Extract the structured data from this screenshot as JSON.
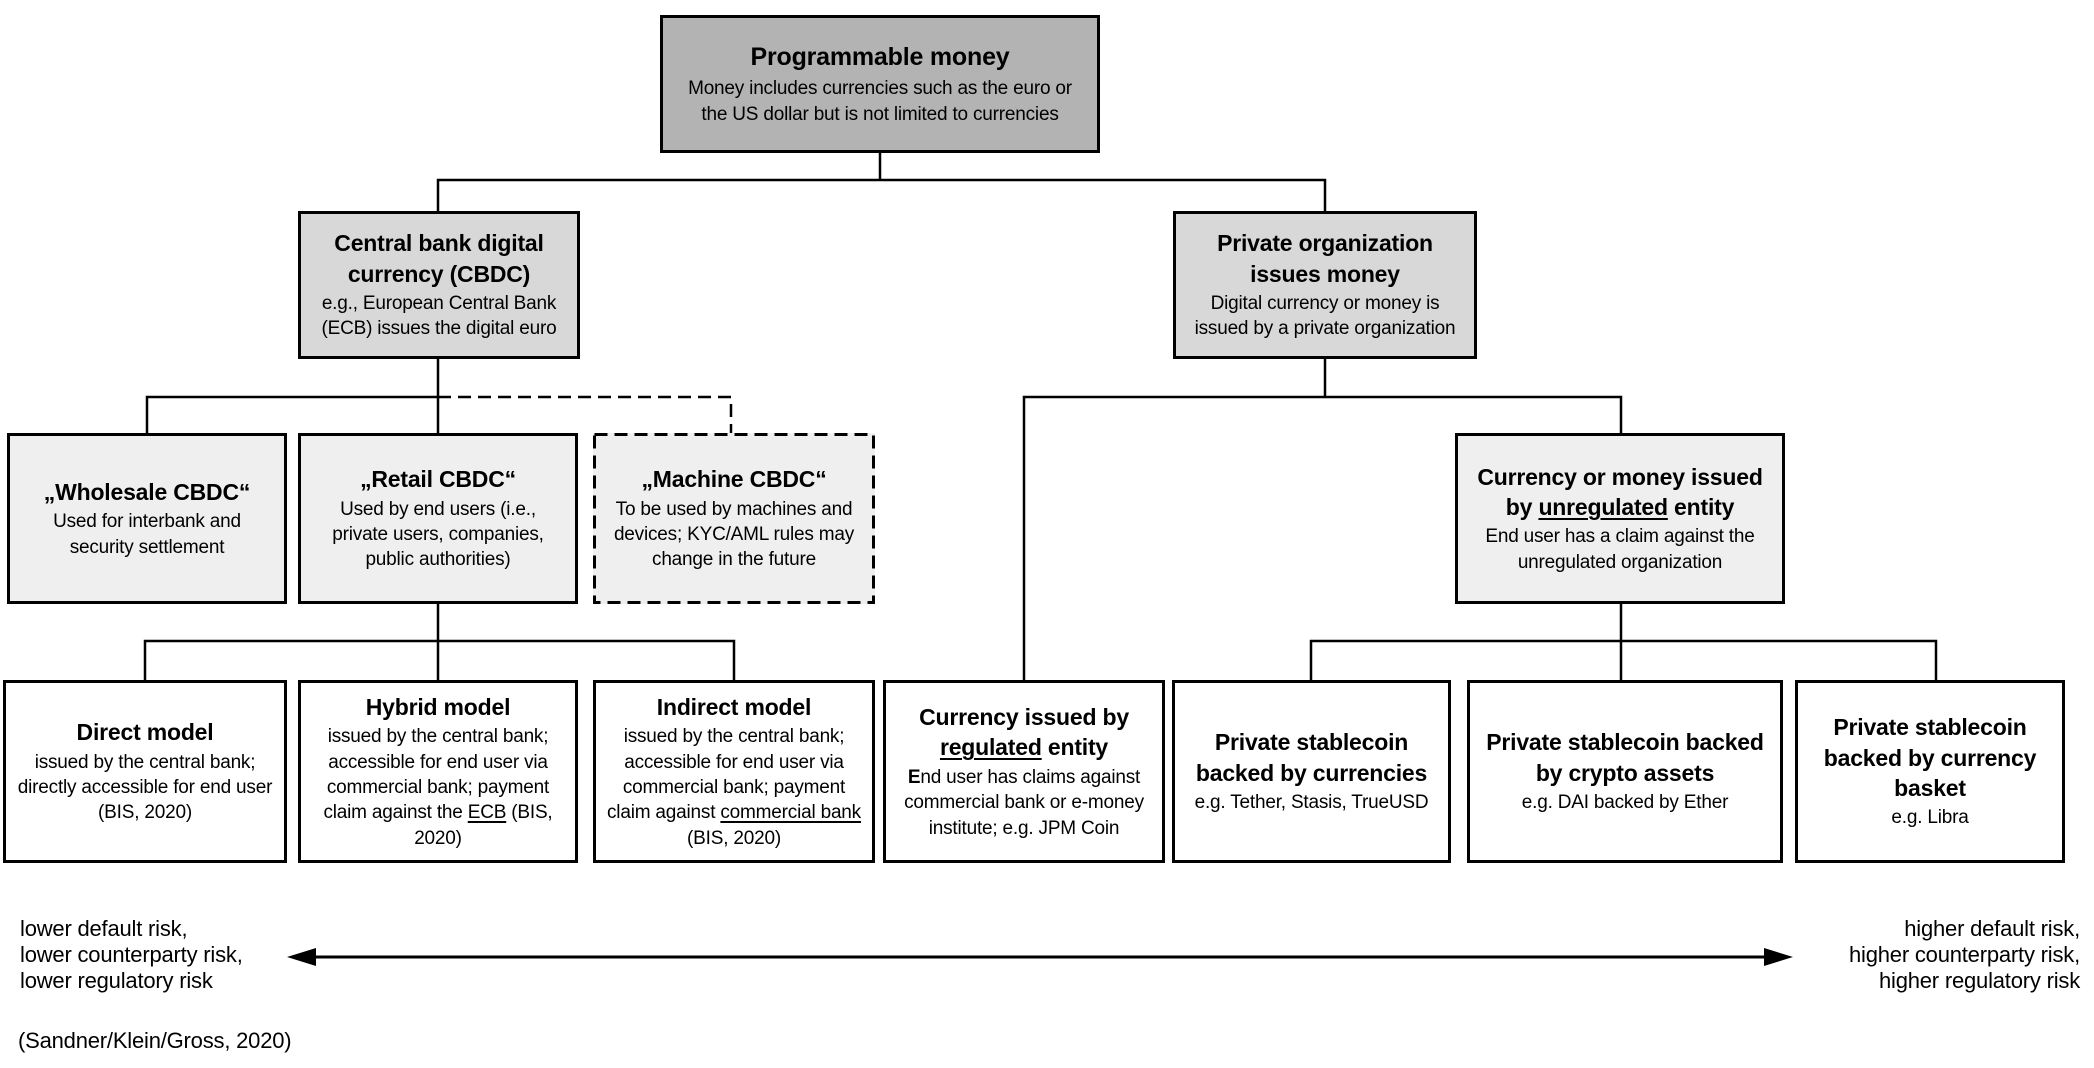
{
  "colors": {
    "level1_fill": "#b3b3b3",
    "level2_fill": "#d8d8d8",
    "level3_fill": "#efefef",
    "level4_fill": "#ffffff",
    "line": "#000000"
  },
  "root": {
    "title": "Programmable money",
    "body": "Money includes currencies such as the euro or the US dollar but is not limited to currencies"
  },
  "level2": [
    {
      "title": "Central bank digital currency (CBDC)",
      "body": "e.g., European Central Bank (ECB) issues the digital euro"
    },
    {
      "title": "Private organization issues money",
      "body": "Digital currency or money is issued by a private organization"
    }
  ],
  "level3": [
    {
      "title": "„Wholesale CBDC“",
      "body": "Used for interbank and security settlement"
    },
    {
      "title": "„Retail CBDC“",
      "body": "Used by end users (i.e., private users, companies, public authorities)"
    },
    {
      "title": "„Machine CBDC“",
      "body": "To be used by machines and devices; KYC/AML rules may change in the future"
    },
    {
      "title_pre": "Currency or money issued by ",
      "title_u": "unregulated",
      "title_post": " entity",
      "body": "End user has a claim against the unregulated organization"
    }
  ],
  "level4": [
    {
      "title": "Direct model",
      "body": "issued by the central bank; directly accessible for end user (BIS, 2020)"
    },
    {
      "title": "Hybrid model",
      "body_pre": "issued by the central bank; accessible for end user via commercial bank; payment claim against the ",
      "body_u": "ECB",
      "body_post": " (BIS, 2020)"
    },
    {
      "title": "Indirect model",
      "body_pre": "issued by the central bank; accessible for end user via commercial bank; payment claim against ",
      "body_u": "commercial bank",
      "body_post": " (BIS, 2020)"
    },
    {
      "title_pre": "Currency issued by ",
      "title_u": "regulated",
      "title_post": " entity",
      "body_b": "E",
      "body_rest": "nd user has claims against commercial bank or e-money institute; e.g. JPM Coin"
    },
    {
      "title": "Private stablecoin backed by currencies",
      "body": "e.g. Tether, Stasis, TrueUSD"
    },
    {
      "title": "Private stablecoin backed by crypto assets",
      "body": "e.g. DAI backed by Ether"
    },
    {
      "title": "Private stablecoin backed by currency basket",
      "body": "e.g. Libra"
    }
  ],
  "risk_spectrum": {
    "arrow": "double-headed-horizontal-arrow",
    "left_lines": [
      "lower default risk,",
      "lower counterparty risk,",
      "lower regulatory risk"
    ],
    "right_lines": [
      "higher default risk,",
      "higher counterparty risk,",
      "higher regulatory risk"
    ]
  },
  "citation": "(Sandner/Klein/Gross, 2020)"
}
